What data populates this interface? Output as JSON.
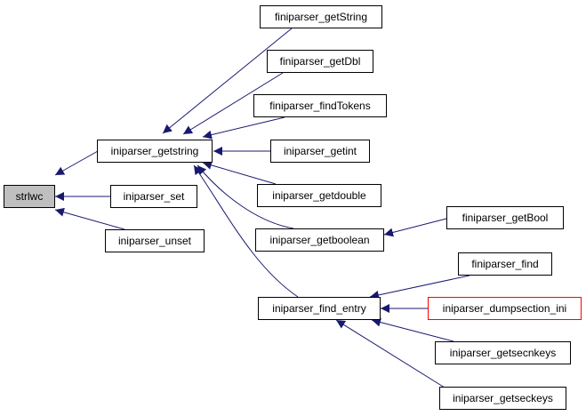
{
  "colors": {
    "edge": "#191970",
    "root_fill": "#bfbfbf",
    "node_border": "#000000",
    "highlight_border": "#ff0000"
  },
  "nodes": {
    "strlwc": "strlwc",
    "getstring": "iniparser_getstring",
    "set": "iniparser_set",
    "unset": "iniparser_unset",
    "f_getString": "finiparser_getString",
    "f_getDbl": "finiparser_getDbl",
    "f_findTokens": "finiparser_findTokens",
    "getint": "iniparser_getint",
    "getdouble": "iniparser_getdouble",
    "getboolean": "iniparser_getboolean",
    "f_getBool": "finiparser_getBool",
    "find_entry": "iniparser_find_entry",
    "f_find": "finiparser_find",
    "dumpsection": "iniparser_dumpsection_ini",
    "getsecnkeys": "iniparser_getsecnkeys",
    "getseckeys": "iniparser_getseckeys"
  }
}
